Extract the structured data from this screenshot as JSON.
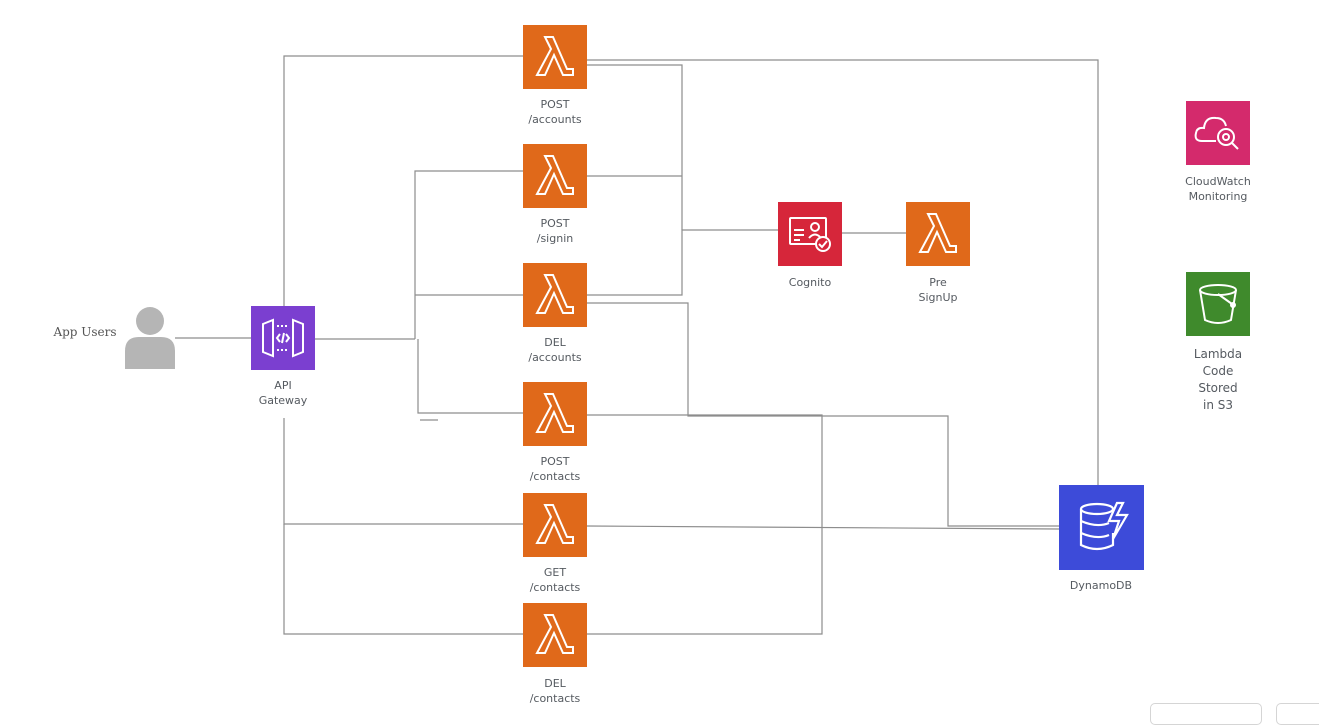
{
  "actors": {
    "users": {
      "label": "App Users"
    }
  },
  "services": {
    "api_gateway": {
      "line1": "API",
      "line2": "Gateway",
      "icon": "api-gateway-icon",
      "color": "#7b3fd0"
    },
    "cognito": {
      "line1": "Cognito",
      "icon": "cognito-icon",
      "color": "#d6263a"
    },
    "pre_signup": {
      "line1": "Pre",
      "line2": "SignUp",
      "icon": "lambda-icon",
      "color": "#e0691a"
    },
    "dynamodb": {
      "line1": "DynamoDB",
      "icon": "dynamodb-icon",
      "color": "#3d4bd9"
    },
    "cloudwatch": {
      "line1": "CloudWatch",
      "line2": "Monitoring",
      "icon": "cloudwatch-icon",
      "color": "#d42a6c"
    },
    "s3": {
      "line1": "Lambda",
      "line2": "Code",
      "line3": "Stored",
      "line4": "in S3",
      "icon": "s3-bucket-icon",
      "color": "#3f8a2c"
    }
  },
  "lambdas": [
    {
      "method": "POST",
      "path": "/accounts"
    },
    {
      "method": "POST",
      "path": "/signin"
    },
    {
      "method": "DEL",
      "path": "/accounts"
    },
    {
      "method": "POST",
      "path": "/contacts"
    },
    {
      "method": "GET",
      "path": "/contacts"
    },
    {
      "method": "DEL",
      "path": "/contacts"
    }
  ],
  "colors": {
    "lambda": "#e0691a",
    "wire": "#8d8d8d",
    "user": "#b5b5b5"
  }
}
